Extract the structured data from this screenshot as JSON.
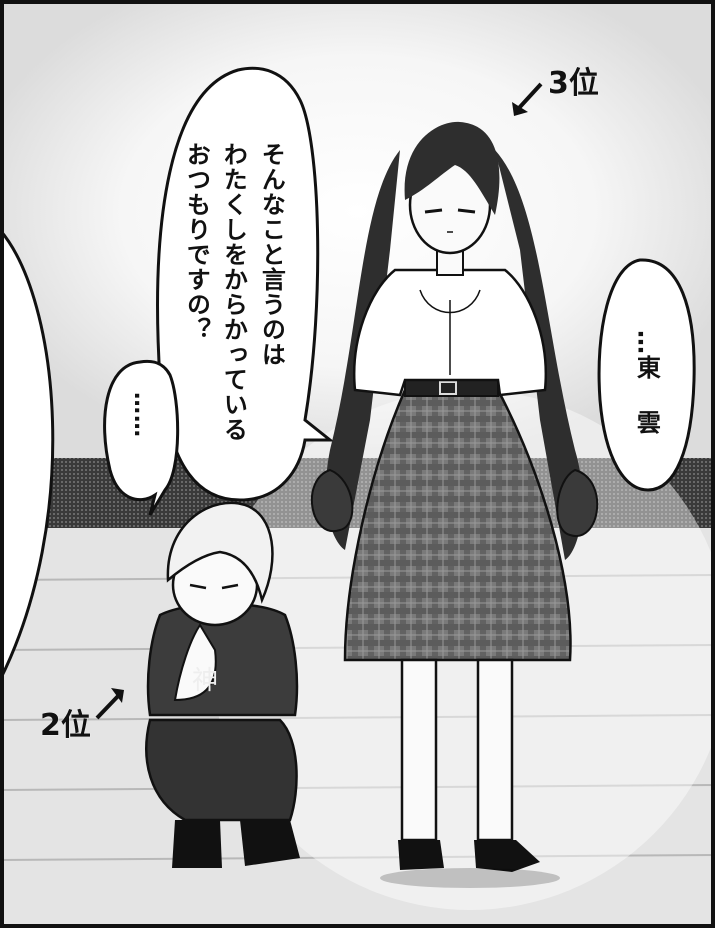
{
  "panel": {
    "bubble_main_lines": [
      "そんなこと言うのは",
      "わたくしをからかっている",
      "おつもりですの？"
    ],
    "bubble_small": "……",
    "bubble_right_lines": [
      "…東",
      "雲"
    ],
    "rank_left": "2位",
    "rank_right": "3位",
    "shirt_glyph": "神"
  },
  "colors": {
    "ink": "#111111",
    "paper": "#ffffff",
    "wall": "#e9e9e9",
    "skirt": "#6a6a6a",
    "hair_dark": "#2e2e2e",
    "hair_light": "#f2f2f2"
  }
}
